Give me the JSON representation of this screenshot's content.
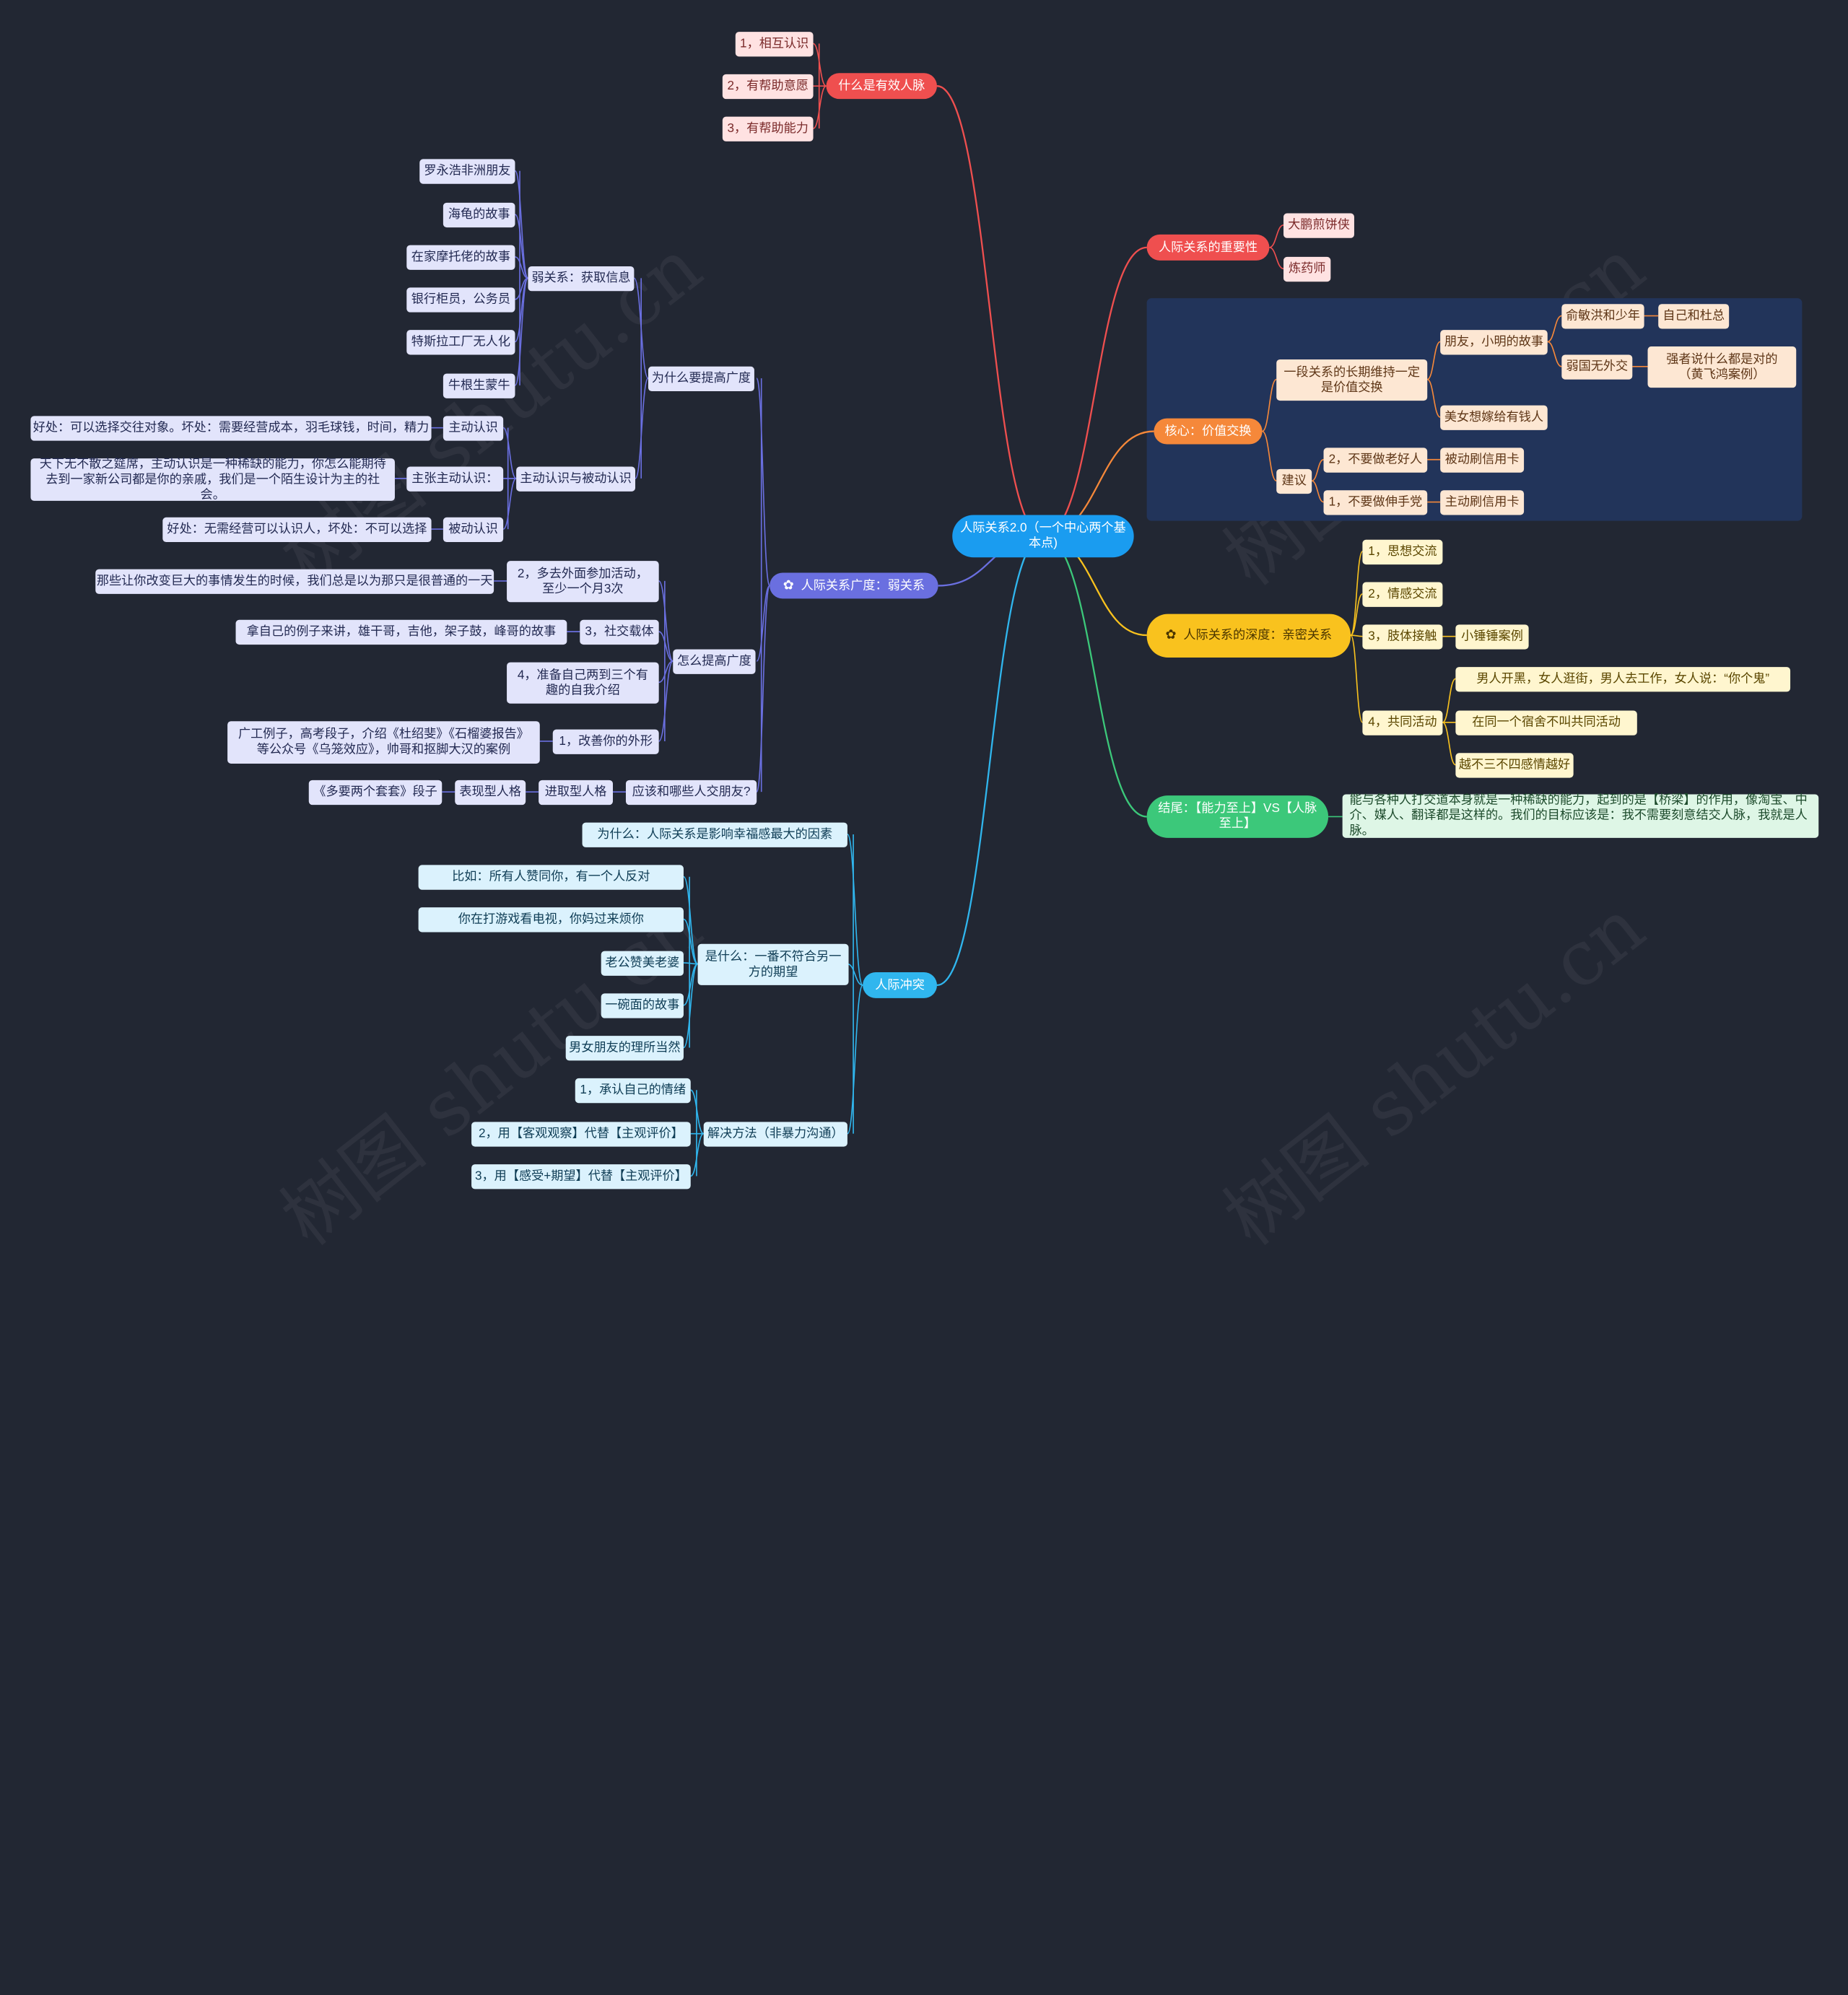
{
  "watermark": "树图 shutu.cn",
  "root": "人际关系2.0（一个中心两个基本点)",
  "effective": {
    "title": "什么是有效人脉",
    "items": [
      "1，相互认识",
      "2，有帮助意愿",
      "3，有帮助能力"
    ]
  },
  "importance": {
    "title": "人际关系的重要性",
    "items": [
      "大鹏煎饼侠",
      "炼药师"
    ]
  },
  "core": {
    "title": "核心：价值交换",
    "longterm": "一段关系的长期维持一定是价值交换",
    "friend": "朋友，小明的故事",
    "yu": "俞敏洪和少年",
    "du": "自己和杜总",
    "weak_country": "弱国无外交",
    "strong": "强者说什么都是对的（黄飞鸿案例）",
    "beauty": "美女想嫁给有钱人",
    "advice": "建议",
    "adv1": "2，不要做老好人",
    "adv1_sub": "被动刷信用卡",
    "adv2": "1，不要做伸手党",
    "adv2_sub": "主动刷信用卡"
  },
  "depth": {
    "title": "人际关系的深度：亲密关系",
    "icon": "flower-icon",
    "items": [
      "1，思想交流",
      "2，情感交流",
      "3，肢体接触",
      "4，共同活动"
    ],
    "touch_case": "小锤锤案例",
    "activities": [
      "男人开黑，女人逛街，男人去工作，女人说：“你个鬼”",
      "在同一个宿舍不叫共同活动",
      "越不三不四感情越好"
    ]
  },
  "ending": {
    "title": "结尾：【能力至上】VS【人脉至上】",
    "text": "能与各种人打交道本身就是一种稀缺的能力，起到的是【桥梁】的作用，像淘宝、中介、媒人、翻译都是这样的。我们的目标应该是：我不需要刻意结交人脉，我就是人脉。"
  },
  "breadth": {
    "title": "人际关系广度：弱关系",
    "icon": "flower-icon",
    "why": "为什么要提高广度",
    "weak_tie": "弱关系：获取信息",
    "weak_items": [
      "罗永浩非洲朋友",
      "海龟的故事",
      "在家摩托佬的故事",
      "银行柜员，公务员",
      "特斯拉工厂无人化",
      "牛根生蒙牛"
    ],
    "active_passive": "主动认识与被动认识",
    "active": "主动认识",
    "active_desc": "好处：可以选择交往对象。坏处：需要经营成本，羽毛球钱，时间，精力",
    "advocate": "主张主动认识：",
    "advocate_desc": "天下无不散之筵席，主动认识是一种稀缺的能力，你怎么能期待去到一家新公司都是你的亲戚，我们是一个陌生设计为主的社会。",
    "passive": "被动认识",
    "passive_desc": "好处：无需经营可以认识人，坏处：不可以选择",
    "how": "怎么提高广度",
    "how2": "2，多去外面参加活动，至少一个月3次",
    "how2_desc": "那些让你改变巨大的事情发生的时候，我们总是以为那只是很普通的一天",
    "how3": "3，社交载体",
    "how3_desc": "拿自己的例子来讲，雄干哥，吉他，架子鼓，峰哥的故事",
    "how4": "4，准备自己两到三个有趣的自我介绍",
    "how1": "1，改善你的外形",
    "how1_desc": "广工例子，高考段子，介绍《杜绍斐》《石榴婆报告》等公众号《乌笼效应》，帅哥和抠脚大汉的案例",
    "whom": "应该和哪些人交朋友?",
    "progressive": "进取型人格",
    "performer": "表现型人格",
    "tao": "《多要两个套套》段子"
  },
  "conflict": {
    "title": "人际冲突",
    "why": "为什么：人际关系是影响幸福感最大的因素",
    "what": "是什么：一番不符合另一方的期望",
    "what_items": [
      "比如：所有人赞同你，有一个人反对",
      "你在打游戏看电视，你妈过来烦你",
      "老公赞美老婆",
      "一碗面的故事",
      "男女朋友的理所当然"
    ],
    "solution": "解决方法（非暴力沟通）",
    "solution_items": [
      "1，承认自己的情绪",
      "2，用【客观观察】代替【主观评价】",
      "3，用【感受+期望】代替【主观评价】"
    ]
  },
  "colors": {
    "background": "#222733",
    "root": "#1a9cf0",
    "red": "#ef4f4f",
    "orange": "#f5883a",
    "yellow": "#f9c21e",
    "purple": "#6a6fe0",
    "cyan": "#30b6ee",
    "green": "#3cc87a"
  }
}
